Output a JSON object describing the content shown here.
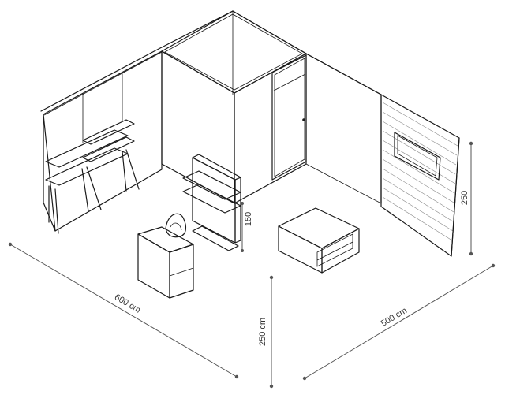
{
  "dimensions": {
    "width_label": "600 cm",
    "depth_label": "500 cm",
    "height_label": "250 cm",
    "wall_height_label": "250",
    "counter_height_label": "150"
  },
  "colors": {
    "line": "#1a1a1a",
    "dimension": "#555555",
    "panel_fill": "#ffffff",
    "slat_fill": "#2e2e2e"
  }
}
